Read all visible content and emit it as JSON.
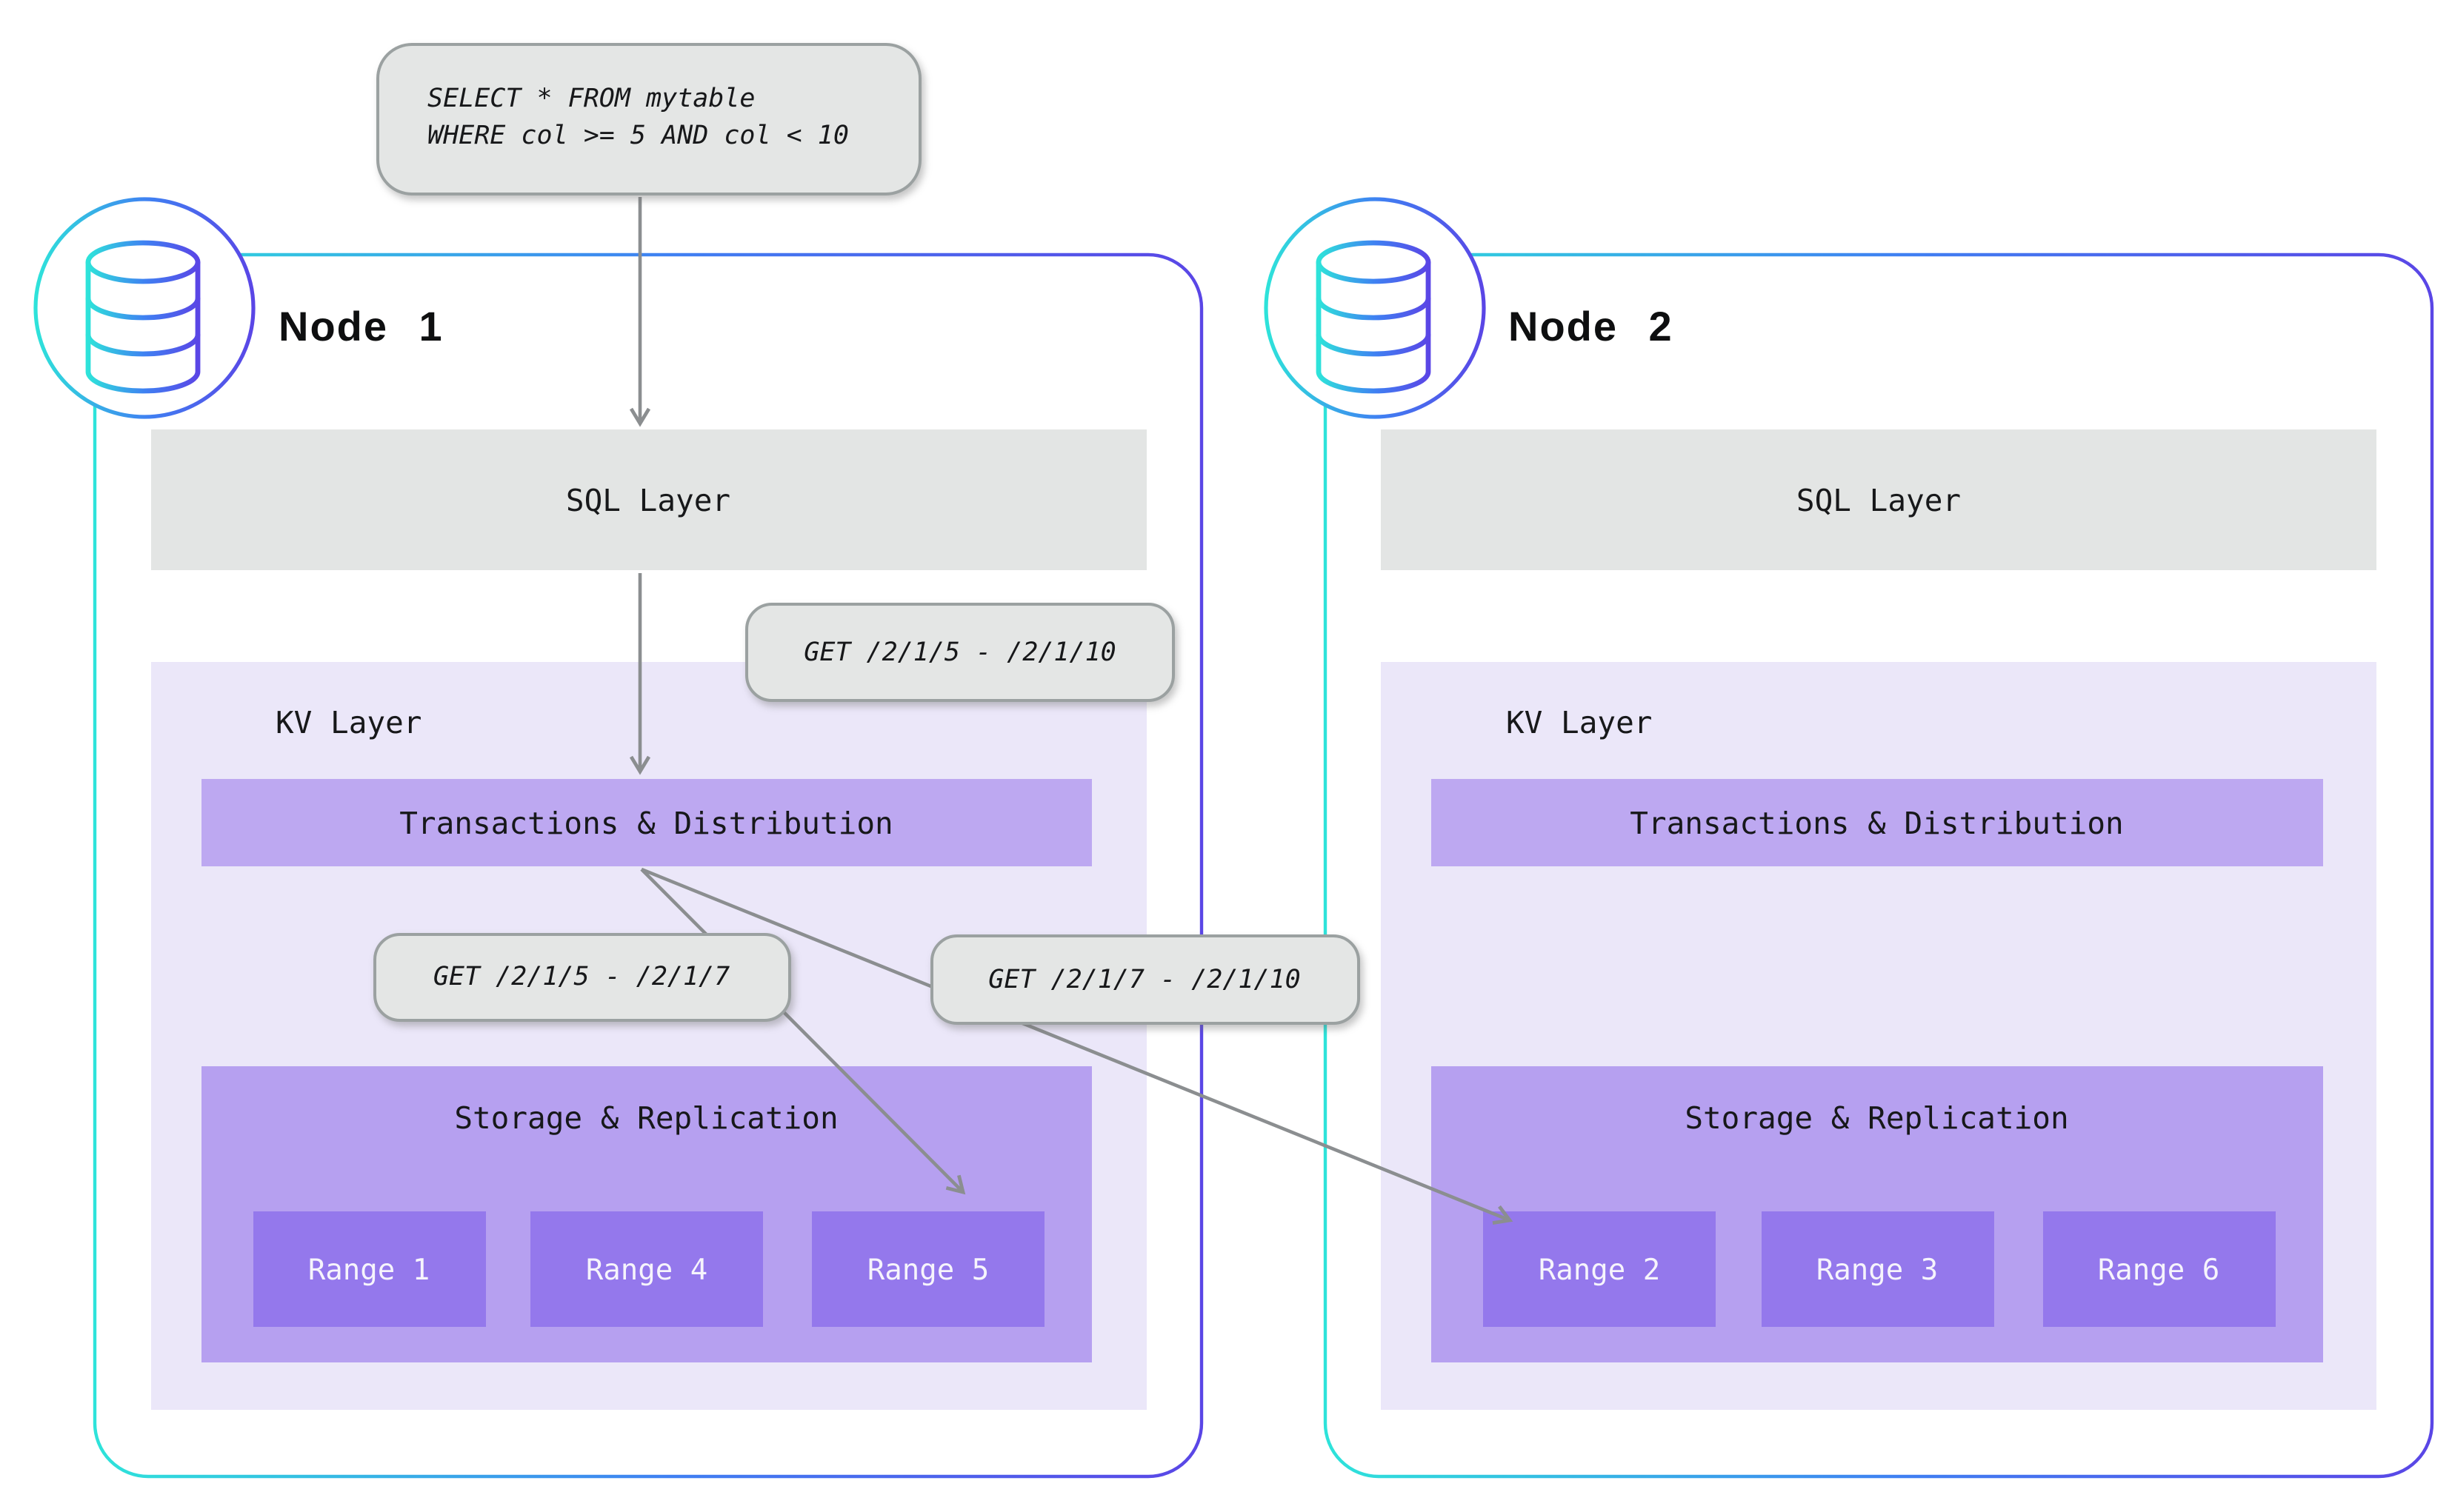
{
  "query": {
    "line1": "SELECT * FROM mytable",
    "line2": "WHERE col >= 5 AND col < 10"
  },
  "request_labels": {
    "get_full": "GET /2/1/5 - /2/1/10",
    "get_left": "GET /2/1/5 - /2/1/7",
    "get_right": "GET /2/1/7 - /2/1/10"
  },
  "nodes": [
    {
      "title": "Node 1",
      "sql": "SQL Layer",
      "kv": "KV Layer",
      "txn": "Transactions & Distribution",
      "storage": "Storage & Replication",
      "ranges": [
        "Range 1",
        "Range 4",
        "Range 5"
      ]
    },
    {
      "title": "Node 2",
      "sql": "SQL Layer",
      "kv": "KV Layer",
      "txn": "Transactions & Distribution",
      "storage": "Storage & Replication",
      "ranges": [
        "Range 2",
        "Range 3",
        "Range 6"
      ]
    }
  ],
  "colors": {
    "border_teal": "#2ee3da",
    "border_blue": "#3f80f2",
    "border_purple": "#5a46e6",
    "arrow_gray": "#8b8e90",
    "label_fill": "#e4e6e5",
    "label_border": "#9ba1a1",
    "sql_bar": "#e3e5e4",
    "kv_background": "#ebe7f9",
    "txn_bar": "#bda8f1",
    "storage_box": "#b6a0f0",
    "range_box": "#9478ec"
  }
}
